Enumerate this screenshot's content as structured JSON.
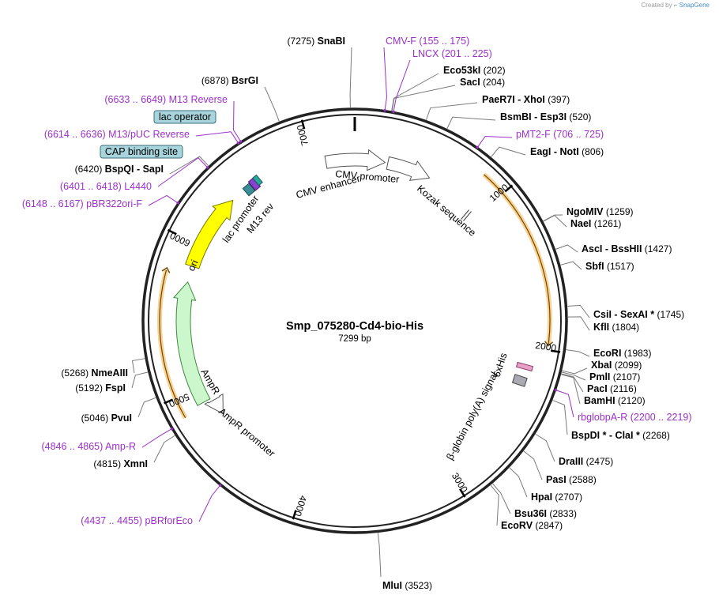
{
  "credit": {
    "prefix": "Created by",
    "brand": "SnapGene"
  },
  "plasmid": {
    "name": "Smp_075280-Cd4-bio-His",
    "length_label": "7299 bp",
    "length": 7299
  },
  "ticks": [
    {
      "pos": 1000,
      "label": "1000"
    },
    {
      "pos": 2000,
      "label": "2000"
    },
    {
      "pos": 3000,
      "label": "3000"
    },
    {
      "pos": 4000,
      "label": "4000"
    },
    {
      "pos": 5000,
      "label": "5000"
    },
    {
      "pos": 6000,
      "label": "6000"
    },
    {
      "pos": 7000,
      "label": "7000"
    }
  ],
  "enzymes": [
    {
      "name": "SnaBI",
      "pos_label": "(7275)",
      "pos": 7275
    },
    {
      "name": "BsrGI",
      "pos_label": "(6878)",
      "pos": 6878
    },
    {
      "name": "BspQI  - SapI",
      "pos_label": "(6420)",
      "pos": 6420
    },
    {
      "name": "Eco53kI",
      "pos_label": "(202)",
      "pos": 202
    },
    {
      "name": "SacI",
      "pos_label": "(204)",
      "pos": 204
    },
    {
      "name": "PaeR7I  - XhoI",
      "pos_label": "(397)",
      "pos": 397
    },
    {
      "name": "BsmBI  - Esp3I",
      "pos_label": "(520)",
      "pos": 520
    },
    {
      "name": "EagI  - NotI",
      "pos_label": "(806)",
      "pos": 806
    },
    {
      "name": "NgoMIV",
      "pos_label": "(1259)",
      "pos": 1259
    },
    {
      "name": "NaeI",
      "pos_label": "(1261)",
      "pos": 1261
    },
    {
      "name": "AscI  - BssHII",
      "pos_label": "(1427)",
      "pos": 1427
    },
    {
      "name": "SbfI",
      "pos_label": "(1517)",
      "pos": 1517
    },
    {
      "name": "CsiI  - SexAI *",
      "pos_label": "(1745)",
      "pos": 1745
    },
    {
      "name": "KflI",
      "pos_label": "(1804)",
      "pos": 1804
    },
    {
      "name": "EcoRI",
      "pos_label": "(1983)",
      "pos": 1983
    },
    {
      "name": "XbaI",
      "pos_label": "(2099)",
      "pos": 2099
    },
    {
      "name": "PmlI",
      "pos_label": "(2107)",
      "pos": 2107
    },
    {
      "name": "PacI",
      "pos_label": "(2116)",
      "pos": 2116
    },
    {
      "name": "BamHI",
      "pos_label": "(2120)",
      "pos": 2120
    },
    {
      "name": "BspDI *  - ClaI *",
      "pos_label": "(2268)",
      "pos": 2268
    },
    {
      "name": "DraIII",
      "pos_label": "(2475)",
      "pos": 2475
    },
    {
      "name": "PasI",
      "pos_label": "(2588)",
      "pos": 2588
    },
    {
      "name": "HpaI",
      "pos_label": "(2707)",
      "pos": 2707
    },
    {
      "name": "Bsu36I",
      "pos_label": "(2833)",
      "pos": 2833
    },
    {
      "name": "EcoRV",
      "pos_label": "(2847)",
      "pos": 2847
    },
    {
      "name": "MluI",
      "pos_label": "(3523)",
      "pos": 3523
    },
    {
      "name": "XmnI",
      "pos_label": "(4815)",
      "pos": 4815
    },
    {
      "name": "PvuI",
      "pos_label": "(5046)",
      "pos": 5046
    },
    {
      "name": "FspI",
      "pos_label": "(5192)",
      "pos": 5192
    },
    {
      "name": "NmeAIII",
      "pos_label": "(5268)",
      "pos": 5268
    }
  ],
  "primers": [
    {
      "name": "CMV-F",
      "range": "(155 .. 175)",
      "pos": 165
    },
    {
      "name": "LNCX",
      "range": "(201 .. 225)",
      "pos": 213
    },
    {
      "name": "pMT2-F",
      "range": "(706 .. 725)",
      "pos": 715
    },
    {
      "name": "rbglobpA-R",
      "range": "(2200 .. 2219)",
      "pos": 2210
    },
    {
      "name": "Amp-R",
      "range": "(4846 .. 4865)",
      "pos": 4855
    },
    {
      "name": "pBRforEco",
      "range": "(4437 .. 4455)",
      "pos": 4446
    },
    {
      "name": "pBR322ori-F",
      "range": "(6148 .. 6167)",
      "pos": 6157
    },
    {
      "name": "L4440",
      "range": "(6401 .. 6418)",
      "pos": 6410
    },
    {
      "name": "M13/pUC Reverse",
      "range": "(6614 .. 6636)",
      "pos": 6625
    },
    {
      "name": "M13 Reverse",
      "range": "(6633 .. 6649)",
      "pos": 6641
    }
  ],
  "features": [
    {
      "name": "CMV enhancer"
    },
    {
      "name": "CMV promoter"
    },
    {
      "name": "Kozak sequence"
    },
    {
      "name": "6xHis"
    },
    {
      "name": "β-globin poly(A) signal"
    },
    {
      "name": "AmpR"
    },
    {
      "name": "AmpR promoter"
    },
    {
      "name": "ori"
    },
    {
      "name": "lac promoter"
    },
    {
      "name": "M13 rev"
    }
  ],
  "boxed_features": [
    {
      "name": "lac operator"
    },
    {
      "name": "CAP binding site"
    }
  ],
  "colors": {
    "primer": "#9b30c8",
    "orf": "#f2ae3c",
    "ori": "#ffff00",
    "ampr": "#ccf7cc",
    "box_fill": "#a8d4dd",
    "backbone": "#222222"
  }
}
